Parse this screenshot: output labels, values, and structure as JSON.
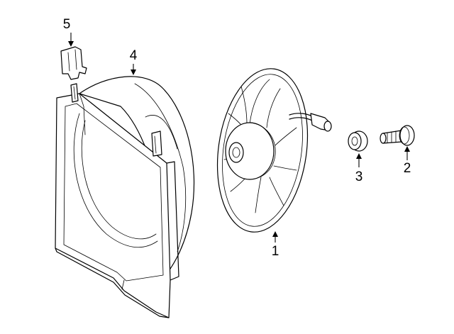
{
  "callouts": {
    "fan": "1",
    "bolt": "2",
    "washer": "3",
    "shroud": "4",
    "clip": "5"
  }
}
